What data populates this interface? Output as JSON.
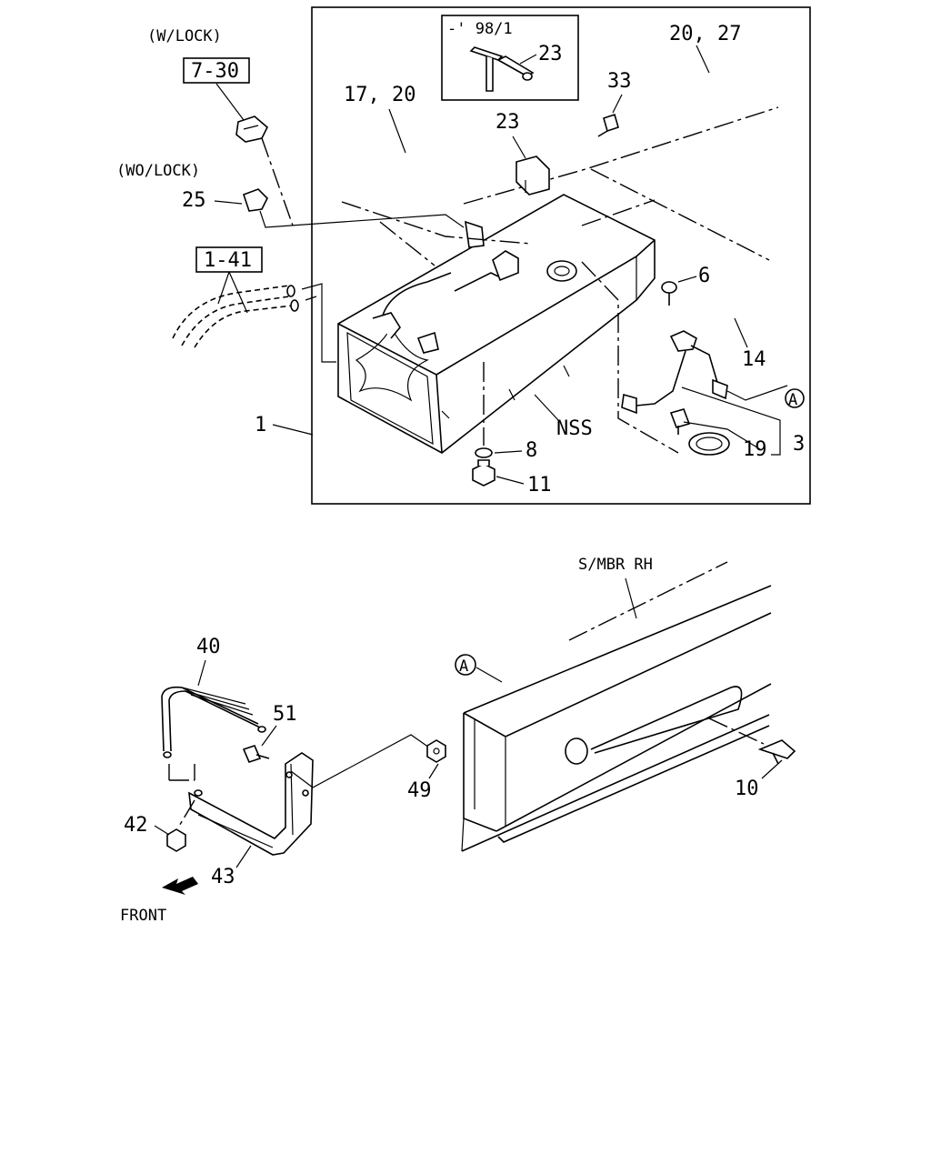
{
  "labels": {
    "w_lock": "(W/LOCK)",
    "wo_lock": "(WO/LOCK)",
    "ref_7_30": "7-30",
    "ref_1_41": "1-41",
    "p_17_20": "17, 20",
    "p_20_27": "20, 27",
    "p_23_top": "23",
    "p_23": "23",
    "p_33": "33",
    "p_25": "25",
    "p_6": "6",
    "p_14": "14",
    "p_3": "3",
    "p_19": "19",
    "p_1": "1",
    "p_8": "8",
    "p_11": "11",
    "nss": "NSS",
    "inset_date": "-' 98/1",
    "callout_a": "A",
    "callout_a2": "A",
    "s_mbr_rh": "S/MBR RH",
    "p_40": "40",
    "p_51": "51",
    "p_49": "49",
    "p_42": "42",
    "p_43": "43",
    "p_10": "10",
    "front": "FRONT"
  }
}
